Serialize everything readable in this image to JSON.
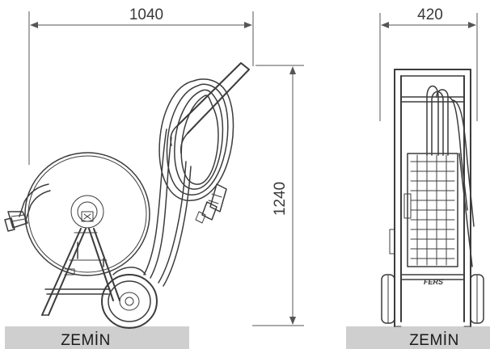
{
  "dimensions": {
    "side_width": "1040",
    "height": "1240",
    "front_width": "420"
  },
  "floor": {
    "left_label": "ZEMİN",
    "right_label": "ZEMİN",
    "color": "#cfcfcf"
  },
  "logo": {
    "text": "FERS"
  },
  "colors": {
    "line": "#3c3c3c",
    "dimension": "#555555"
  }
}
